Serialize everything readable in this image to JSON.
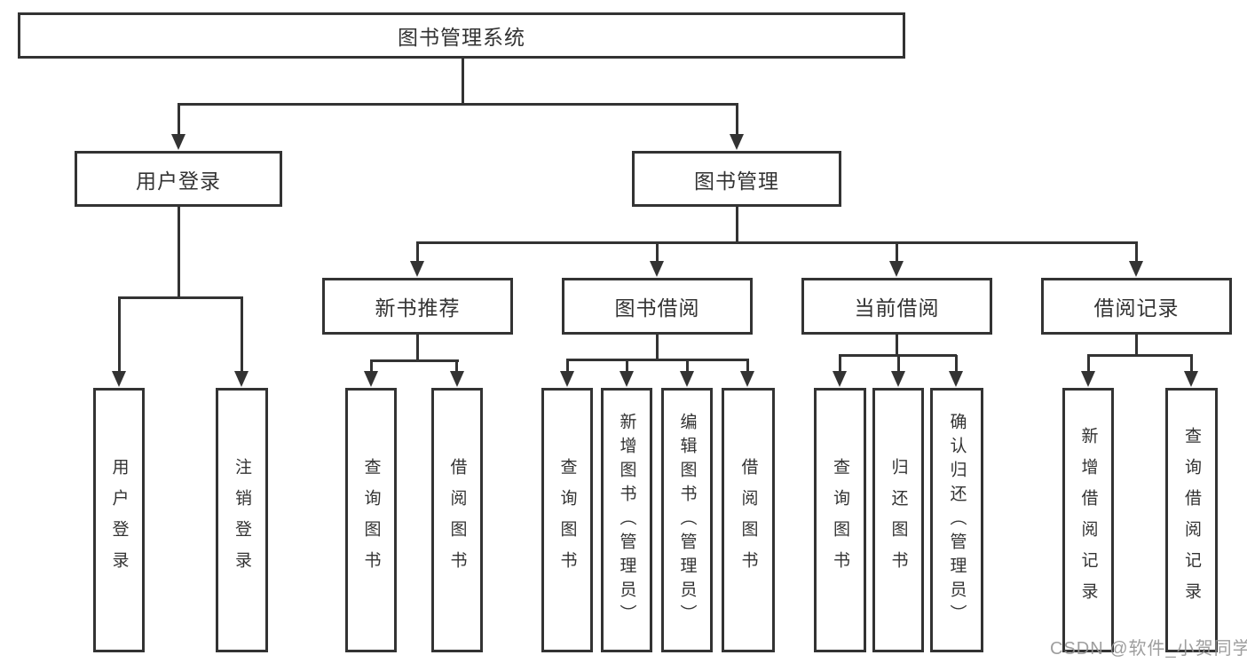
{
  "nodes": {
    "root": "图书管理系统",
    "user_login": "用户登录",
    "book_mgmt": "图书管理",
    "new_book_rec": "新书推荐",
    "book_borrow": "图书借阅",
    "current_borrow": "当前借阅",
    "borrow_records": "借阅记录",
    "leaf_user_login": "用户登录",
    "leaf_logout": "注销登录",
    "leaf_nb_query": "查询图书",
    "leaf_nb_borrow": "借阅图书",
    "leaf_bb_query": "查询图书",
    "leaf_bb_add": "新增图书（管理员）",
    "leaf_bb_edit": "编辑图书（管理员）",
    "leaf_bb_borrow": "借阅图书",
    "leaf_cb_query": "查询图书",
    "leaf_cb_return": "归还图书",
    "leaf_cb_confirm": "确认归还（管理员）",
    "leaf_br_add": "新增借阅记录",
    "leaf_br_query": "查询借阅记录"
  },
  "watermark": "CSDN @软件_小贺同学",
  "colors": {
    "line": "#333333",
    "text": "#333333",
    "background": "#ffffff",
    "watermark": "#949494"
  }
}
